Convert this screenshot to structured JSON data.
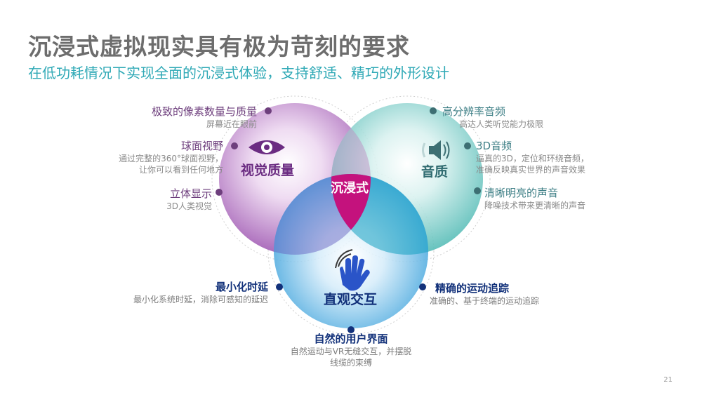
{
  "title": "沉浸式虚拟现实具有极为苛刻的要求",
  "subtitle": "在低功耗情况下实现全面的沉浸式体验，支持舒适、精巧的外形设计",
  "page_number": "21",
  "center_label": "沉浸式",
  "circles": {
    "visual": {
      "title": "视觉质量",
      "color": "#a564b6",
      "icon": "eye-icon"
    },
    "audio": {
      "title": "音质",
      "color": "#4fbcb6",
      "icon": "speaker-icon"
    },
    "interaction": {
      "title": "直观交互",
      "color": "#2c9ed8",
      "icon": "hand-icon"
    }
  },
  "visual_items": [
    {
      "heading": "极致的像素数量与质量",
      "desc": "屏幕近在眼前"
    },
    {
      "heading": "球面视野",
      "desc": "通过完整的360°球面视野，让你可以看到任何地方"
    },
    {
      "heading": "立体显示",
      "desc": "3D人类视觉"
    }
  ],
  "audio_items": [
    {
      "heading": "高分辨率音频",
      "desc": "高达人类听觉能力极限"
    },
    {
      "heading": "3D音频",
      "desc": "逼真的3D，定位和环绕音频，准确反映真实世界的声音效果"
    },
    {
      "heading": "清晰明亮的声音",
      "desc": "降噪技术带来更清晰的声音"
    }
  ],
  "interaction_items": [
    {
      "heading": "最小化时延",
      "desc": "最小化系统时延，消除可感知的延迟"
    },
    {
      "heading": "精确的运动追踪",
      "desc": "准确的、基于终端的运动追踪"
    },
    {
      "heading": "自然的用户界面",
      "desc": "自然运动与VR无缝交互，并摆脱线缆的束缚"
    }
  ],
  "desc_lines": {
    "visual_1": [
      "通过完整的360°球面视野，",
      "让你可以看到任何地方"
    ],
    "audio_1": [
      "逼真的3D，定位和环绕音频，",
      "准确反映真实世界的声音效果"
    ],
    "interaction_2": [
      "自然运动与VR无缝交互，并摆脱",
      "线缆的束缚"
    ]
  }
}
